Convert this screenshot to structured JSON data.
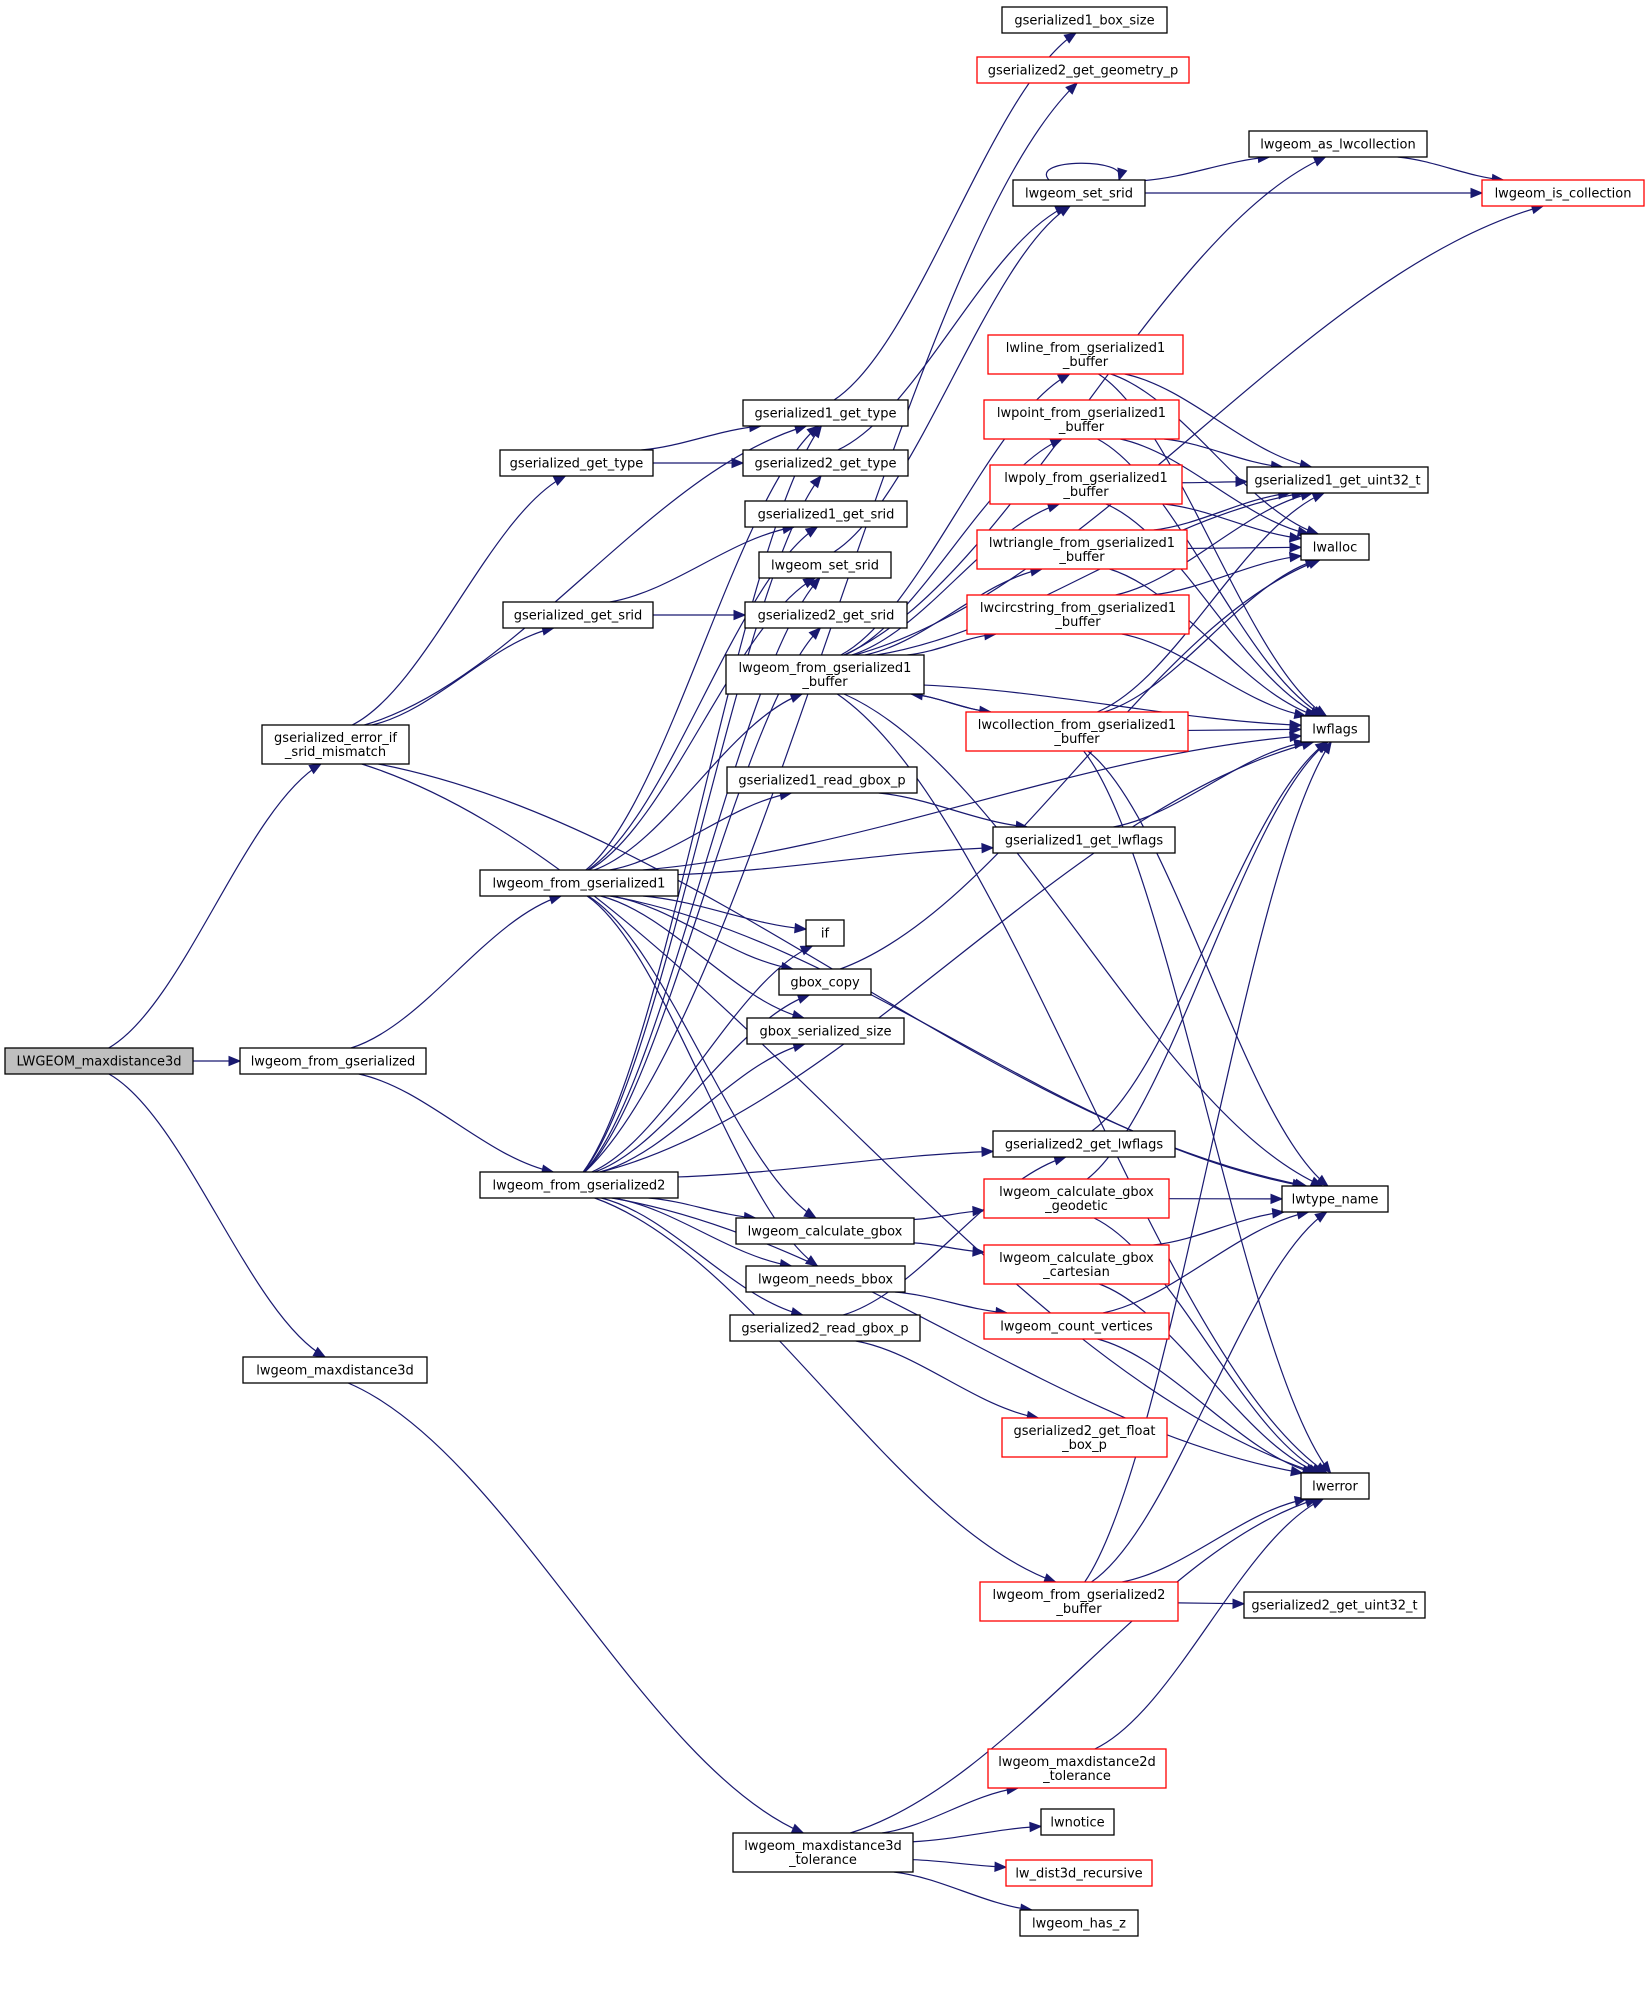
{
  "title": "LWGEOM_maxdistance3d call graph",
  "colors": {
    "edge": "#191970",
    "root_fill": "#bfbfbf",
    "node_fill": "#ffffff",
    "node_border": "#000000",
    "truncated_border": "#ff0000"
  },
  "nodes": [
    {
      "id": "root",
      "lines": [
        "LWGEOM_maxdistance3d"
      ],
      "kind": "root"
    },
    {
      "id": "gerr",
      "lines": [
        "gserialized_error_if",
        "_srid_mismatch"
      ],
      "kind": "normal"
    },
    {
      "id": "lfg",
      "lines": [
        "lwgeom_from_gserialized"
      ],
      "kind": "normal"
    },
    {
      "id": "lmd3",
      "lines": [
        "lwgeom_maxdistance3d"
      ],
      "kind": "normal"
    },
    {
      "id": "ggt",
      "lines": [
        "gserialized_get_type"
      ],
      "kind": "normal"
    },
    {
      "id": "ggs",
      "lines": [
        "gserialized_get_srid"
      ],
      "kind": "normal"
    },
    {
      "id": "lfg1",
      "lines": [
        "lwgeom_from_gserialized1"
      ],
      "kind": "normal"
    },
    {
      "id": "lfg2",
      "lines": [
        "lwgeom_from_gserialized2"
      ],
      "kind": "normal"
    },
    {
      "id": "g1bs",
      "lines": [
        "gserialized1_box_size"
      ],
      "kind": "normal"
    },
    {
      "id": "g2geo",
      "lines": [
        "gserialized2_get_geometry_p"
      ],
      "kind": "truncated"
    },
    {
      "id": "g1t",
      "lines": [
        "gserialized1_get_type"
      ],
      "kind": "normal"
    },
    {
      "id": "g2t",
      "lines": [
        "gserialized2_get_type"
      ],
      "kind": "normal"
    },
    {
      "id": "g1s",
      "lines": [
        "gserialized1_get_srid"
      ],
      "kind": "normal"
    },
    {
      "id": "lss",
      "lines": [
        "lwgeom_set_srid"
      ],
      "kind": "normal"
    },
    {
      "id": "g2s",
      "lines": [
        "gserialized2_get_srid"
      ],
      "kind": "normal"
    },
    {
      "id": "lfg1b",
      "lines": [
        "lwgeom_from_gserialized1",
        "_buffer"
      ],
      "kind": "normal"
    },
    {
      "id": "g1rgb",
      "lines": [
        "gserialized1_read_gbox_p"
      ],
      "kind": "normal"
    },
    {
      "id": "iff",
      "lines": [
        "if"
      ],
      "kind": "normal"
    },
    {
      "id": "gcopy",
      "lines": [
        "gbox_copy"
      ],
      "kind": "normal"
    },
    {
      "id": "gss",
      "lines": [
        "gbox_serialized_size"
      ],
      "kind": "normal"
    },
    {
      "id": "lcg",
      "lines": [
        "lwgeom_calculate_gbox"
      ],
      "kind": "normal"
    },
    {
      "id": "lnb",
      "lines": [
        "lwgeom_needs_bbox"
      ],
      "kind": "normal"
    },
    {
      "id": "g2rgb",
      "lines": [
        "gserialized2_read_gbox_p"
      ],
      "kind": "normal"
    },
    {
      "id": "lmd3t",
      "lines": [
        "lwgeom_maxdistance3d",
        "_tolerance"
      ],
      "kind": "normal"
    },
    {
      "id": "lss2",
      "lines": [
        "lwgeom_set_srid"
      ],
      "kind": "normal"
    },
    {
      "id": "lalc",
      "lines": [
        "lwgeom_as_lwcollection"
      ],
      "kind": "normal"
    },
    {
      "id": "lisc",
      "lines": [
        "lwgeom_is_collection"
      ],
      "kind": "truncated"
    },
    {
      "id": "llfb",
      "lines": [
        "lwline_from_gserialized1",
        "_buffer"
      ],
      "kind": "truncated"
    },
    {
      "id": "lpfb",
      "lines": [
        "lwpoint_from_gserialized1",
        "_buffer"
      ],
      "kind": "truncated"
    },
    {
      "id": "lpolyfb",
      "lines": [
        "lwpoly_from_gserialized1",
        "_buffer"
      ],
      "kind": "truncated"
    },
    {
      "id": "ltfb",
      "lines": [
        "lwtriangle_from_gserialized1",
        "_buffer"
      ],
      "kind": "truncated"
    },
    {
      "id": "lcsfb",
      "lines": [
        "lwcircstring_from_gserialized1",
        "_buffer"
      ],
      "kind": "truncated"
    },
    {
      "id": "lcolfb",
      "lines": [
        "lwcollection_from_gserialized1",
        "_buffer"
      ],
      "kind": "truncated"
    },
    {
      "id": "g1lwf",
      "lines": [
        "gserialized1_get_lwflags"
      ],
      "kind": "normal"
    },
    {
      "id": "g2lwf",
      "lines": [
        "gserialized2_get_lwflags"
      ],
      "kind": "normal"
    },
    {
      "id": "lcgg",
      "lines": [
        "lwgeom_calculate_gbox",
        "_geodetic"
      ],
      "kind": "truncated"
    },
    {
      "id": "lcgc",
      "lines": [
        "lwgeom_calculate_gbox",
        "_cartesian"
      ],
      "kind": "truncated"
    },
    {
      "id": "lcv",
      "lines": [
        "lwgeom_count_vertices"
      ],
      "kind": "truncated"
    },
    {
      "id": "g2gfb",
      "lines": [
        "gserialized2_get_float",
        "_box_p"
      ],
      "kind": "truncated"
    },
    {
      "id": "lfg2b",
      "lines": [
        "lwgeom_from_gserialized2",
        "_buffer"
      ],
      "kind": "truncated"
    },
    {
      "id": "lmd2t",
      "lines": [
        "lwgeom_maxdistance2d",
        "_tolerance"
      ],
      "kind": "truncated"
    },
    {
      "id": "lwn",
      "lines": [
        "lwnotice"
      ],
      "kind": "normal"
    },
    {
      "id": "ld3r",
      "lines": [
        "lw_dist3d_recursive"
      ],
      "kind": "truncated"
    },
    {
      "id": "lhz",
      "lines": [
        "lwgeom_has_z"
      ],
      "kind": "normal"
    },
    {
      "id": "g1u32",
      "lines": [
        "gserialized1_get_uint32_t"
      ],
      "kind": "normal"
    },
    {
      "id": "lwalloc",
      "lines": [
        "lwalloc"
      ],
      "kind": "normal"
    },
    {
      "id": "lwflags",
      "lines": [
        "lwflags"
      ],
      "kind": "normal"
    },
    {
      "id": "ltn",
      "lines": [
        "lwtype_name"
      ],
      "kind": "normal"
    },
    {
      "id": "lwerror",
      "lines": [
        "lwerror"
      ],
      "kind": "normal"
    },
    {
      "id": "g2u32",
      "lines": [
        "gserialized2_get_uint32_t"
      ],
      "kind": "normal"
    }
  ]
}
